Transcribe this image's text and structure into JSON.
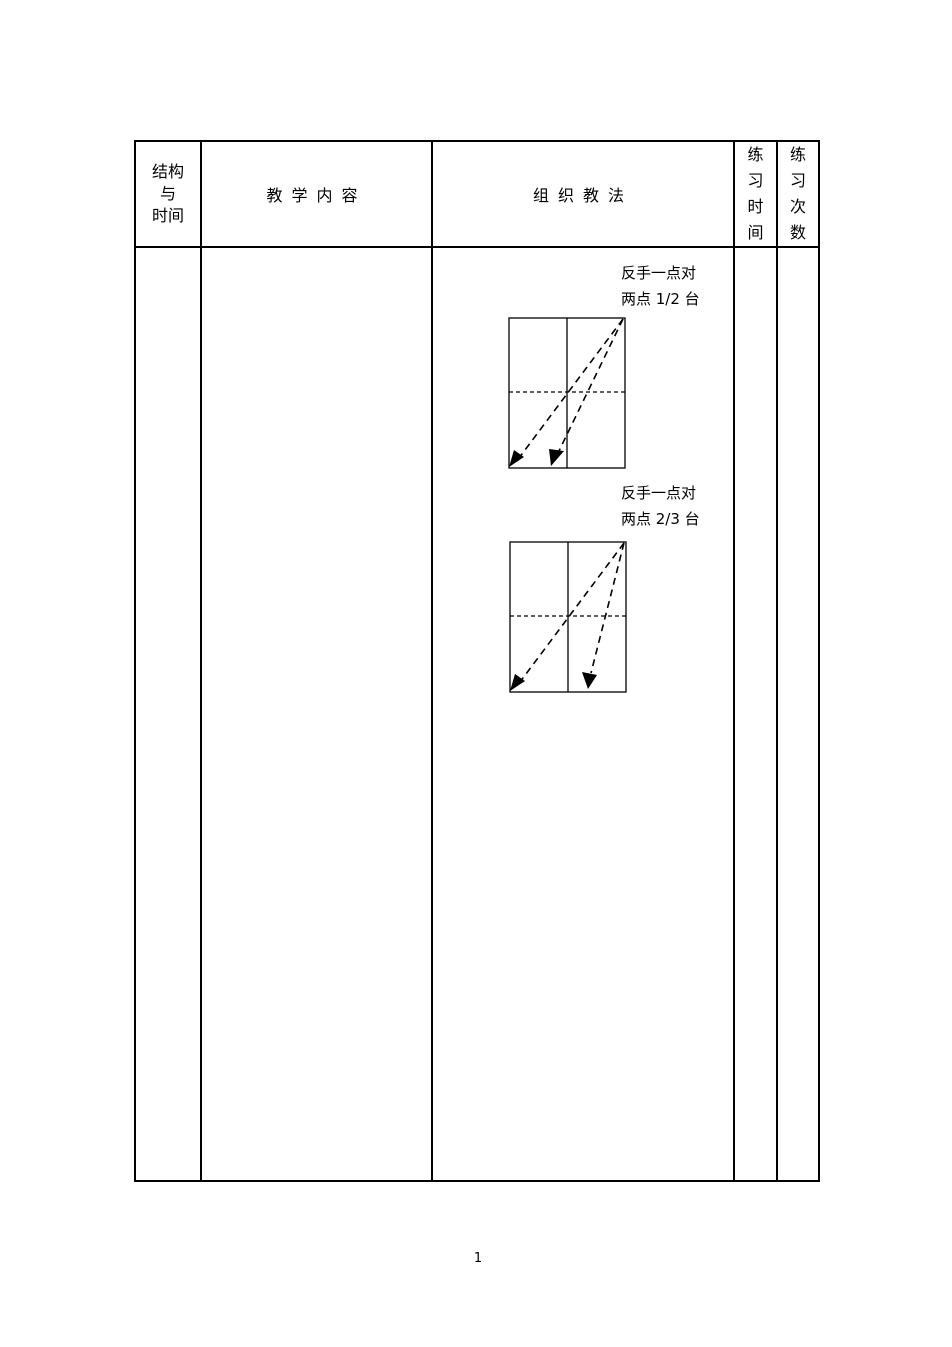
{
  "header": {
    "structure_time": [
      "结构",
      "与",
      "时间"
    ],
    "content": "教学内容",
    "method": "组织教法",
    "practice_time": [
      "练",
      "习",
      "时",
      "间"
    ],
    "practice_count": [
      "练",
      "习",
      "次",
      "数"
    ]
  },
  "drills": [
    {
      "caption_line1": "反手一点对",
      "caption_line2": "两点 1/2 台"
    },
    {
      "caption_line1": "反手一点对",
      "caption_line2": "两点 2/3 台"
    }
  ],
  "page_number": "1"
}
